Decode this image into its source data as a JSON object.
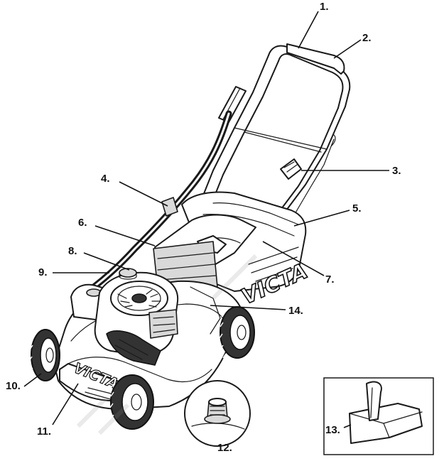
{
  "brand": {
    "deck_logo": "VICTA",
    "catcher_logo": "VICTA"
  },
  "callouts": [
    "1.",
    "2.",
    "3.",
    "4.",
    "5.",
    "6.",
    "7.",
    "8.",
    "9.",
    "10.",
    "11.",
    "12.",
    "13.",
    "14."
  ]
}
